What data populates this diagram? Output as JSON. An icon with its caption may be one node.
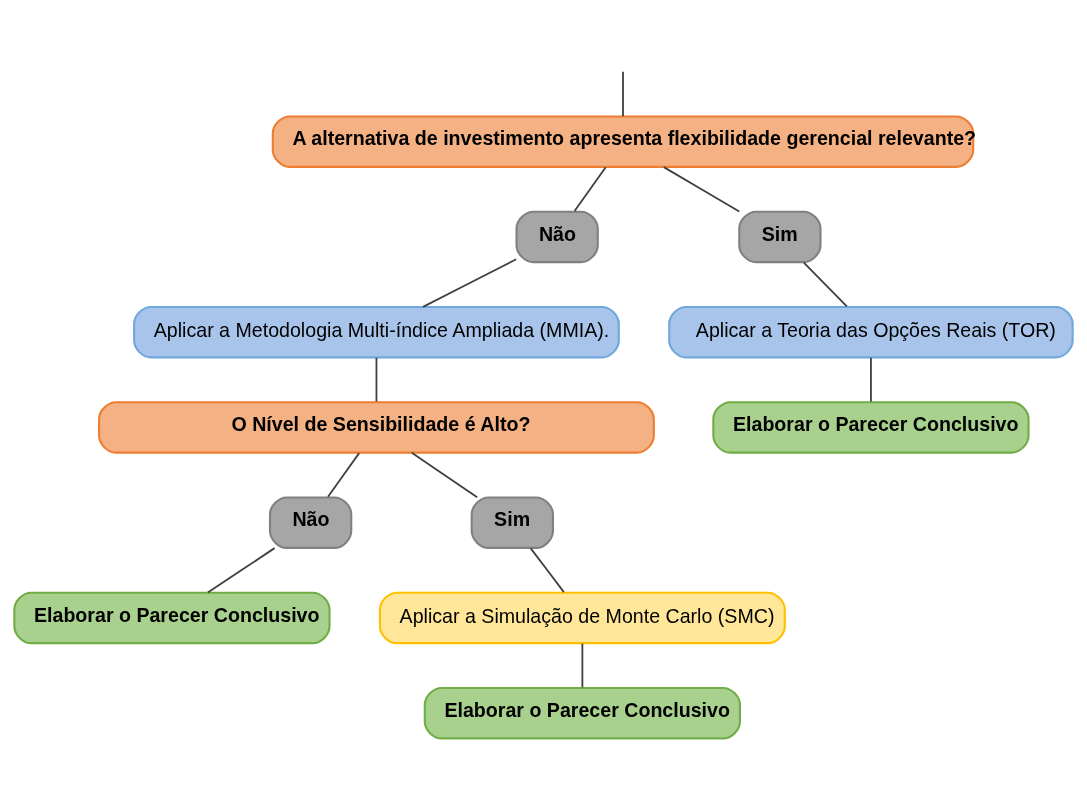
{
  "diagram": {
    "nodes": [
      {
        "text": [
          "A alternativa de investimento apresenta flexibilidade gerencial relevante?"
        ]
      },
      {
        "text": [
          "Não"
        ]
      },
      {
        "text": [
          "Sim"
        ]
      },
      {
        "text": [
          "Aplicar a Metodologia Multi-índice Ampliada (MMIA)."
        ]
      },
      {
        "text": [
          "Aplicar a Teoria das Opções Reais (TOR)"
        ]
      },
      {
        "text": [
          "O Nível de Sensibilidade é Alto?"
        ]
      },
      {
        "text": [
          "Elaborar o Parecer Conclusivo"
        ]
      },
      {
        "text": [
          "Não"
        ]
      },
      {
        "text": [
          "Sim"
        ]
      },
      {
        "text": [
          "Elaborar o Parecer Conclusivo"
        ]
      },
      {
        "text": [
          "Aplicar a Simulação de Monte Carlo (SMC)"
        ]
      },
      {
        "text": [
          "Elaborar o Parecer Conclusivo"
        ]
      }
    ],
    "edges": [
      {
        "from": null,
        "to": 0,
        "arrow": "none"
      },
      {
        "from": 0,
        "to": 1,
        "arrow": "none"
      },
      {
        "from": 0,
        "to": 2,
        "arrow": "none"
      },
      {
        "from": 1,
        "to": 3,
        "arrow": "none"
      },
      {
        "from": 2,
        "to": 4,
        "arrow": "none"
      },
      {
        "from": 3,
        "to": 5,
        "arrow": "none"
      },
      {
        "from": 4,
        "to": 6,
        "arrow": "none"
      },
      {
        "from": 5,
        "to": 7,
        "arrow": "none"
      },
      {
        "from": 5,
        "to": 8,
        "arrow": "none"
      },
      {
        "from": 7,
        "to": 9,
        "arrow": "none"
      },
      {
        "from": 8,
        "to": 10,
        "arrow": "none"
      },
      {
        "from": 10,
        "to": 11,
        "arrow": "none"
      }
    ]
  }
}
